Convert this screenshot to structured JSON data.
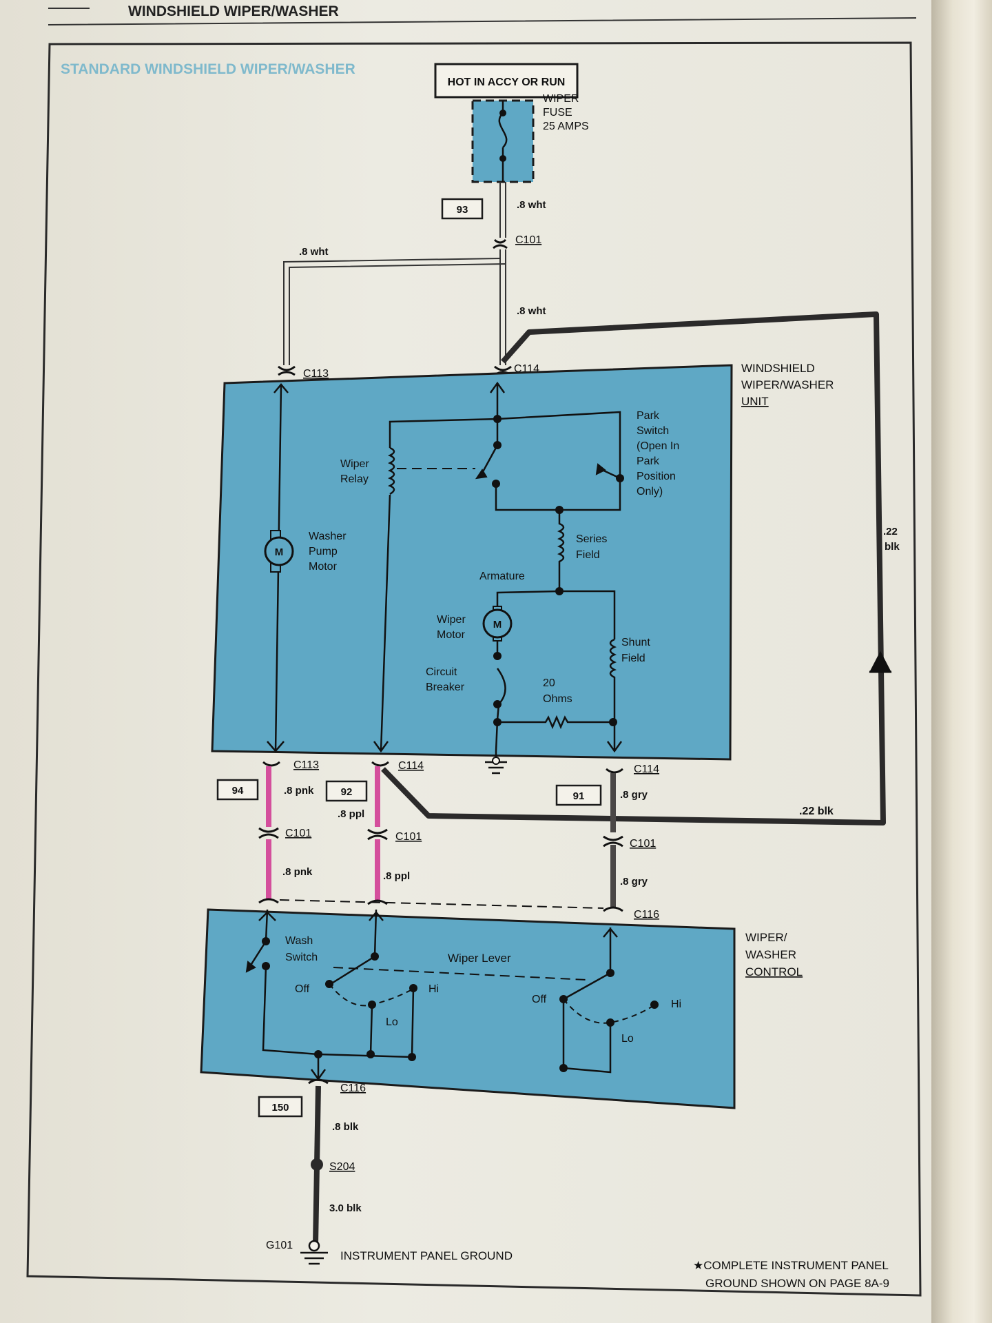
{
  "page_header": "WINDSHIELD WIPER/WASHER",
  "diagram_title": "STANDARD WINDSHIELD WIPER/WASHER",
  "power_source": "HOT IN ACCY OR RUN",
  "fuse": {
    "line1": "WIPER",
    "line2": "FUSE",
    "line3": "25 AMPS"
  },
  "circuit_numbers": {
    "c93": "93",
    "c94": "94",
    "c92": "92",
    "c91": "91",
    "c150": "150"
  },
  "wires": {
    "wht_fuse": ".8 wht",
    "wht_left": ".8 wht",
    "wht_lower": ".8 wht",
    "blk_right": ".22",
    "blk_right2": "blk",
    "blk_bottom": ".22 blk",
    "pnk_upper": ".8 pnk",
    "pnk_lower": ".8 pnk",
    "ppl_upper": ".8 ppl",
    "ppl_lower": ".8 ppl",
    "gry_upper": ".8 gry",
    "gry_lower": ".8 gry",
    "blk_ground": ".8 blk",
    "blk_ground2": "3.0 blk"
  },
  "connectors": {
    "c101_top": "C101",
    "c113_top": "C113",
    "c114_top": "C114",
    "c113_bottom": "C113",
    "c114_mid": "C114",
    "c114_right": "C114",
    "c101_left": "C101",
    "c101_mid": "C101",
    "c101_right": "C101",
    "c116_top": "C116",
    "c116_bottom": "C116",
    "s204": "S204",
    "g101": "G101"
  },
  "wiper_unit": {
    "label1": "WINDSHIELD",
    "label2": "WIPER/WASHER",
    "label3": "UNIT",
    "wiper_relay1": "Wiper",
    "wiper_relay2": "Relay",
    "washer1": "Washer",
    "washer2": "Pump",
    "washer3": "Motor",
    "park1": "Park",
    "park2": "Switch",
    "park3": "(Open In",
    "park4": "Park",
    "park5": "Position",
    "park6": "Only)",
    "series1": "Series",
    "series2": "Field",
    "armature": "Armature",
    "wiper_motor1": "Wiper",
    "wiper_motor2": "Motor",
    "breaker1": "Circuit",
    "breaker2": "Breaker",
    "shunt1": "Shunt",
    "shunt2": "Field",
    "ohms1": "20",
    "ohms2": "Ohms",
    "motor_symbol": "M"
  },
  "control": {
    "label1": "WIPER/",
    "label2": "WASHER",
    "label3": "CONTROL",
    "wash1": "Wash",
    "wash2": "Switch",
    "wiper_lever": "Wiper Lever",
    "off_left": "Off",
    "lo_left": "Lo",
    "hi_left": "Hi",
    "off_right": "Off",
    "lo_right": "Lo",
    "hi_right": "Hi"
  },
  "ground_label": "INSTRUMENT PANEL GROUND",
  "footnote1": "★COMPLETE INSTRUMENT PANEL",
  "footnote2": "GROUND SHOWN ON PAGE 8A-9",
  "colors": {
    "blue_fill": "#5fa8c5",
    "pink_wire": "#d44f9c",
    "black_wire": "#2b2a2a",
    "gray_wire": "#4a4746",
    "title_color": "#7fb9cc"
  }
}
